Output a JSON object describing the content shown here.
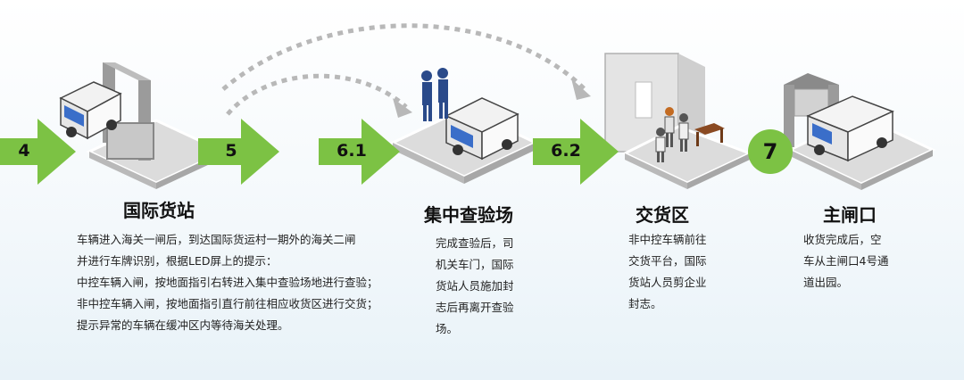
{
  "steps": [
    {
      "number": "4"
    },
    {
      "number": "5"
    },
    {
      "number": "6.1"
    },
    {
      "number": "6.2"
    },
    {
      "number": "7"
    }
  ],
  "stations": [
    {
      "title": "国际货站",
      "description": "车辆进入海关一闸后，到达国际货运村一期外的海关二闸\n并进行车牌识别，根据LED屏上的提示：\n中控车辆入闸，按地面指引右转进入集中查验场地进行查验；\n非中控车辆入闸，按地面指引直行前往相应收货区进行交货；\n提示异常的车辆在缓冲区内等待海关处理。"
    },
    {
      "title": "集中查验场",
      "description": "完成查验后，司\n机关车门，国际\n货站人员施加封\n志后再离开查验\n场。"
    },
    {
      "title": "交货区",
      "description": "非中控车辆前往\n交货平台，国际\n货站人员剪企业\n封志。"
    },
    {
      "title": "主闸口",
      "description": "收货完成后，空\n车从主闸口4号通\n道出园。"
    }
  ],
  "colors": {
    "arrow_green": "#7cc244",
    "platform_gray": "#d9d9d9",
    "dashed_gray": "#b5b5b5"
  }
}
